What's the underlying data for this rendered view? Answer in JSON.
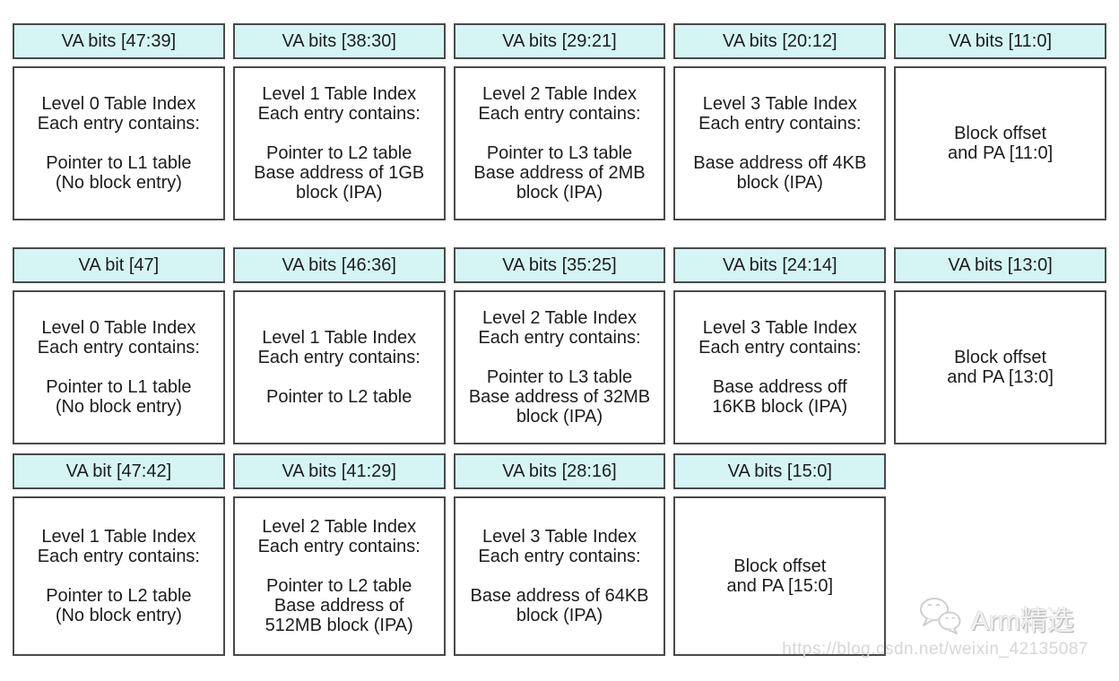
{
  "colors": {
    "header_fill": "#d5f5f5",
    "box_border": "#4a4a4a",
    "text": "#1c1c1c",
    "watermark": "#d6d6d6"
  },
  "rows": [
    {
      "columns": [
        {
          "header": "VA bits [47:39]",
          "body": "Level 0 Table Index\nEach entry contains:\n\nPointer to L1 table\n(No block entry)"
        },
        {
          "header": "VA bits [38:30]",
          "body": "Level 1 Table Index\nEach entry contains:\n\nPointer to L2 table\nBase address of 1GB\nblock (IPA)"
        },
        {
          "header": "VA bits [29:21]",
          "body": "Level 2 Table Index\nEach entry contains:\n\nPointer to L3 table\nBase address of 2MB\nblock (IPA)"
        },
        {
          "header": "VA bits [20:12]",
          "body": "Level 3 Table Index\nEach entry contains:\n\nBase address off 4KB\nblock (IPA)"
        },
        {
          "header": "VA bits [11:0]",
          "body": "Block offset\nand PA [11:0]"
        }
      ]
    },
    {
      "columns": [
        {
          "header": "VA bit [47]",
          "body": "Level 0 Table Index\nEach entry contains:\n\nPointer to L1 table\n(No block entry)"
        },
        {
          "header": "VA bits [46:36]",
          "body": "Level 1 Table Index\nEach entry contains:\n\nPointer to L2 table"
        },
        {
          "header": "VA bits [35:25]",
          "body": "Level 2 Table Index\nEach entry contains:\n\nPointer to L3 table\nBase address of 32MB\nblock (IPA)"
        },
        {
          "header": "VA bits [24:14]",
          "body": "Level 3 Table Index\nEach entry contains:\n\nBase address off\n16KB block (IPA)"
        },
        {
          "header": "VA bits [13:0]",
          "body": "Block offset\nand PA [13:0]"
        }
      ]
    },
    {
      "columns": [
        {
          "header": "VA bit [47:42]",
          "body": "Level 1 Table Index\nEach entry contains:\n\nPointer to L2 table\n(No block entry)"
        },
        {
          "header": "VA bits [41:29]",
          "body": "Level 2 Table Index\nEach entry contains:\n\nPointer to L2 table\nBase address of\n512MB block (IPA)"
        },
        {
          "header": "VA bits [28:16]",
          "body": "Level 3 Table Index\nEach entry contains:\n\nBase address of 64KB\nblock (IPA)"
        },
        {
          "header": "VA bits [15:0]",
          "body": "Block offset\nand PA [15:0]"
        }
      ]
    }
  ],
  "watermark": {
    "brand": "Arm精选",
    "url": "https://blog.csdn.net/weixin_42135087"
  }
}
